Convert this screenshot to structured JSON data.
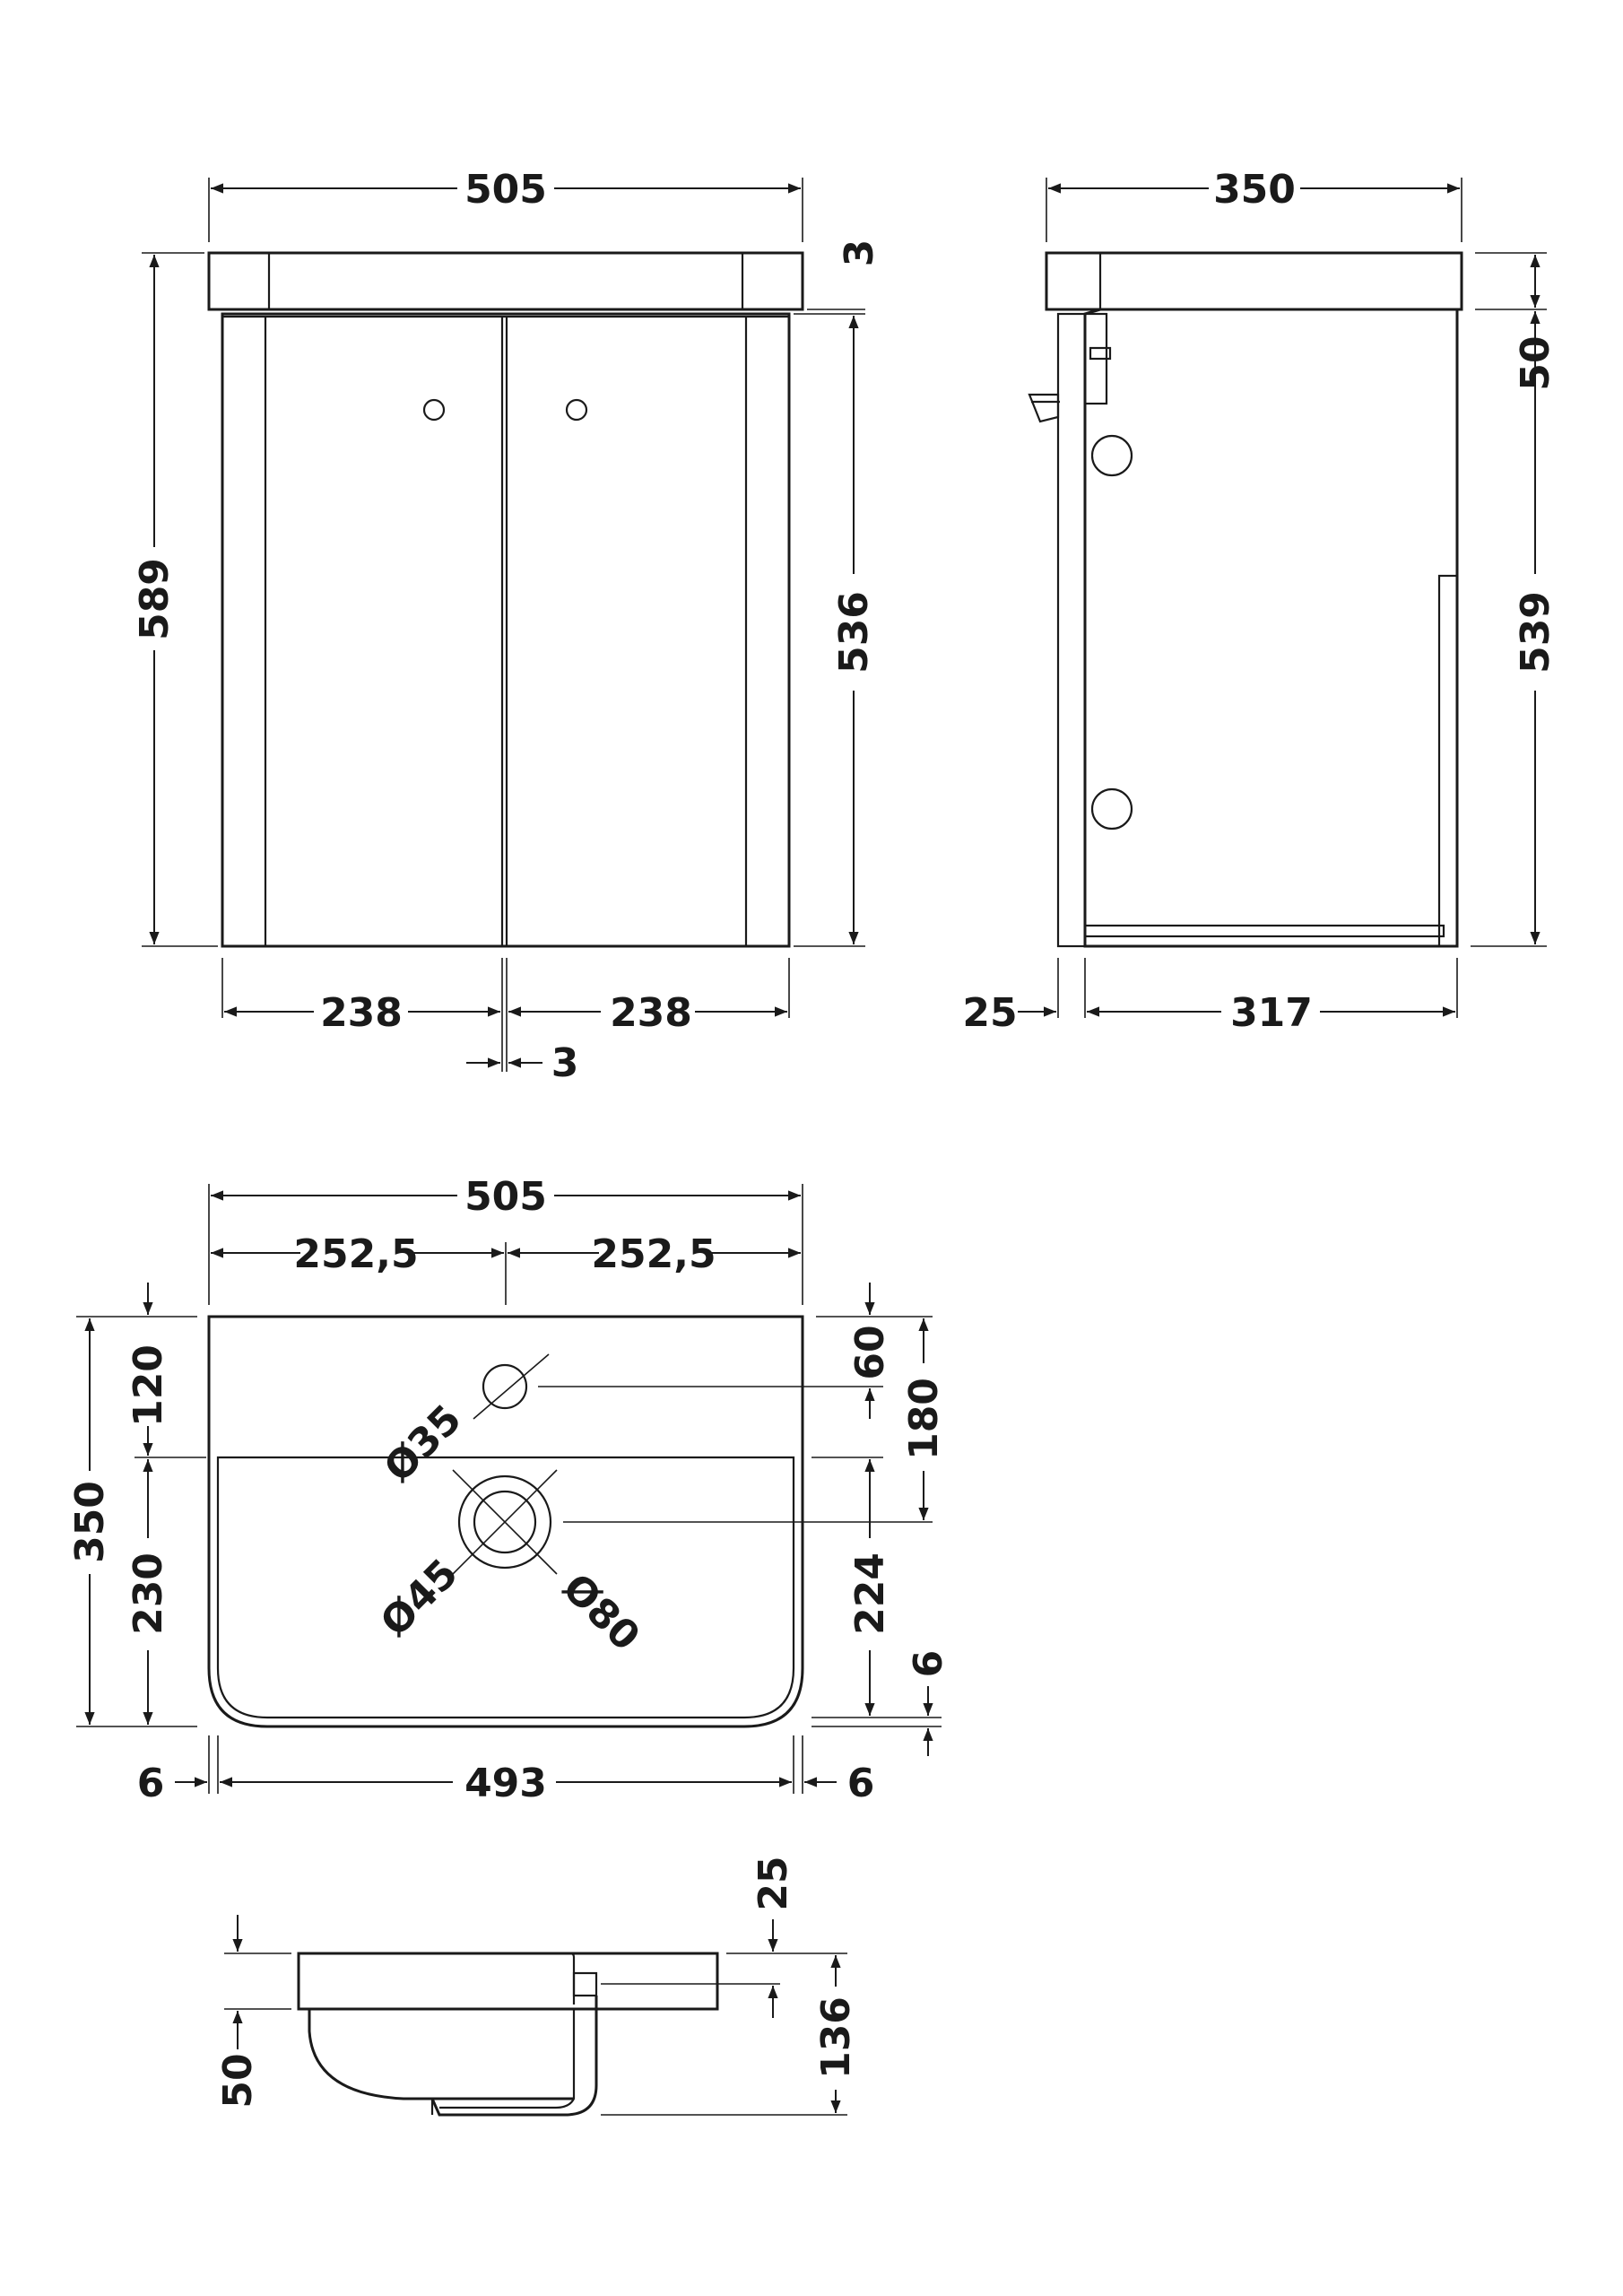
{
  "front_view": {
    "width": "505",
    "height_total": "589",
    "top_gap": "3",
    "carcass_height": "536",
    "left_door": "238",
    "right_door": "238",
    "door_gap": "3"
  },
  "side_view": {
    "depth": "350",
    "top_thickness": "50",
    "body_height": "539",
    "back_offset": "25",
    "body_depth": "317"
  },
  "basin_plan": {
    "width": "505",
    "half_left": "252,5",
    "half_right": "252,5",
    "depth": "350",
    "rear_to_bowl": "120",
    "bowl_depth": "230",
    "tap_offset": "60",
    "waste_offset": "180",
    "waste_to_front": "224",
    "rim_front": "6",
    "tap_hole": "Ø35",
    "waste_inner": "Ø45",
    "waste_outer": "Ø80",
    "rim_left": "6",
    "bowl_width": "493",
    "rim_right": "6"
  },
  "basin_section": {
    "rim": "25",
    "height": "136",
    "bowl_depth": "50"
  }
}
